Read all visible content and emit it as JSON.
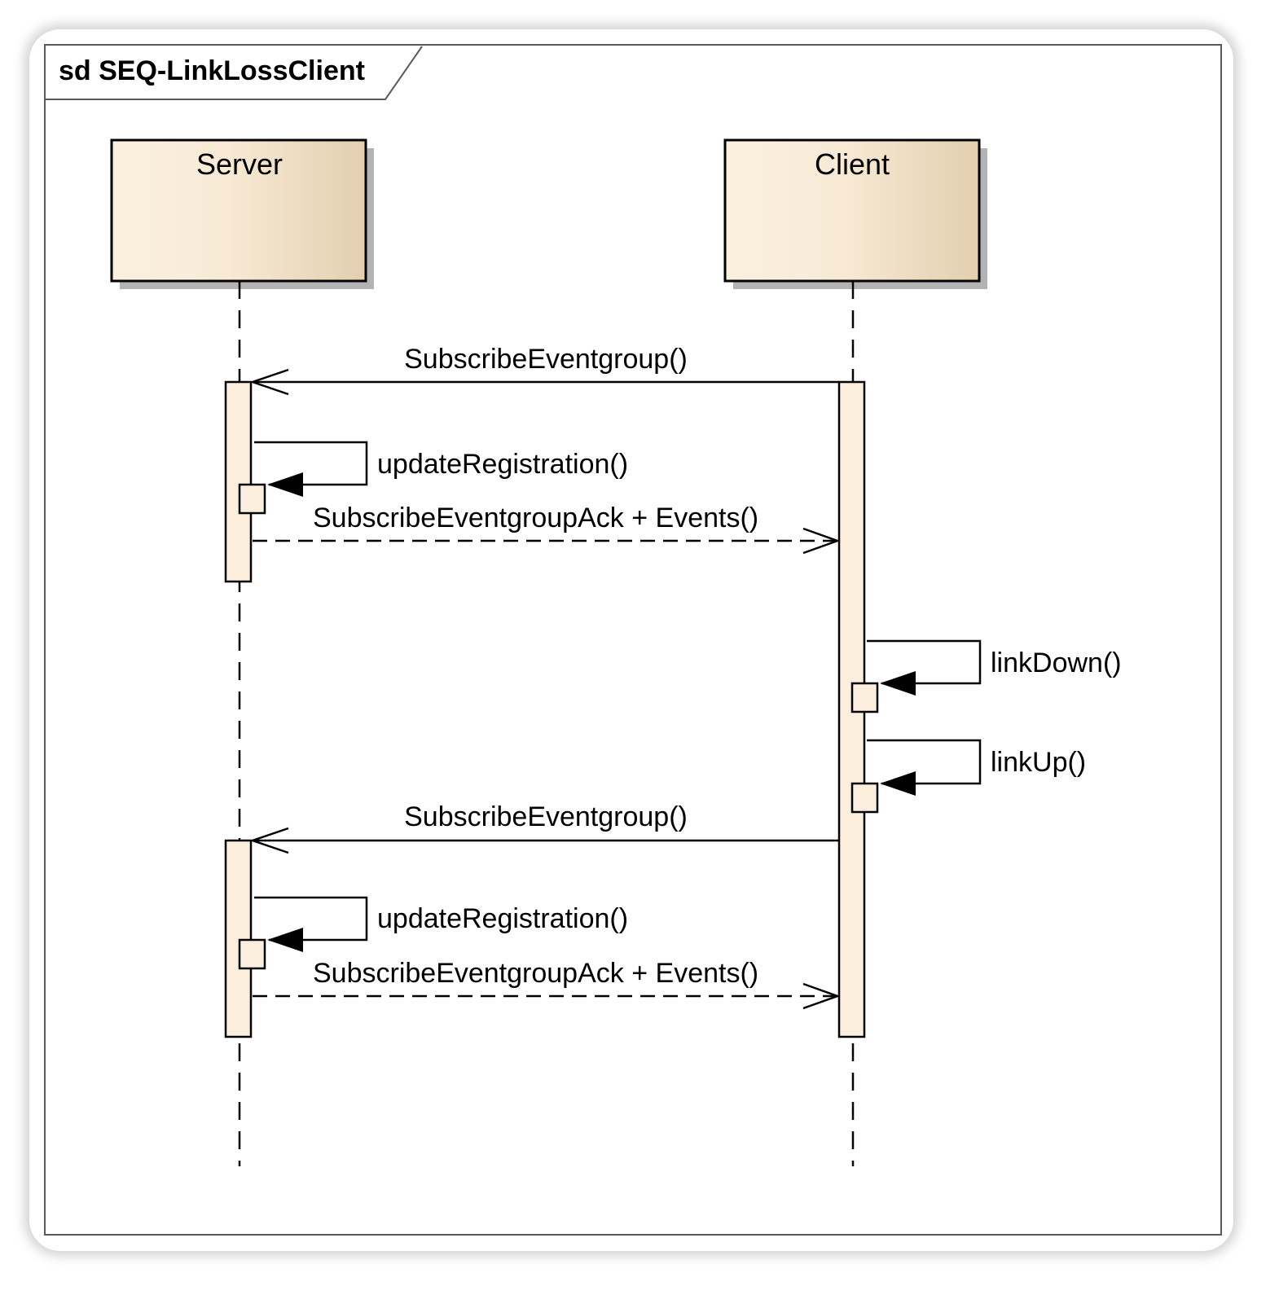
{
  "frame": {
    "title": "sd SEQ-LinkLossClient"
  },
  "lifelines": {
    "server": {
      "name": "Server"
    },
    "client": {
      "name": "Client"
    }
  },
  "messages": {
    "m1": "SubscribeEventgroup()",
    "m2": "updateRegistration()",
    "m3": "SubscribeEventgroupAck + Events()",
    "m4": "linkDown()",
    "m5": "linkUp()",
    "m6": "SubscribeEventgroup()",
    "m7": "updateRegistration()",
    "m8": "SubscribeEventgroupAck + Events()"
  },
  "colors": {
    "object_fill_light": "#fbf0df",
    "object_fill_dark": "#e3cfaf",
    "activation_fill": "#fbeedd",
    "shadow": "#b3b3b3"
  }
}
